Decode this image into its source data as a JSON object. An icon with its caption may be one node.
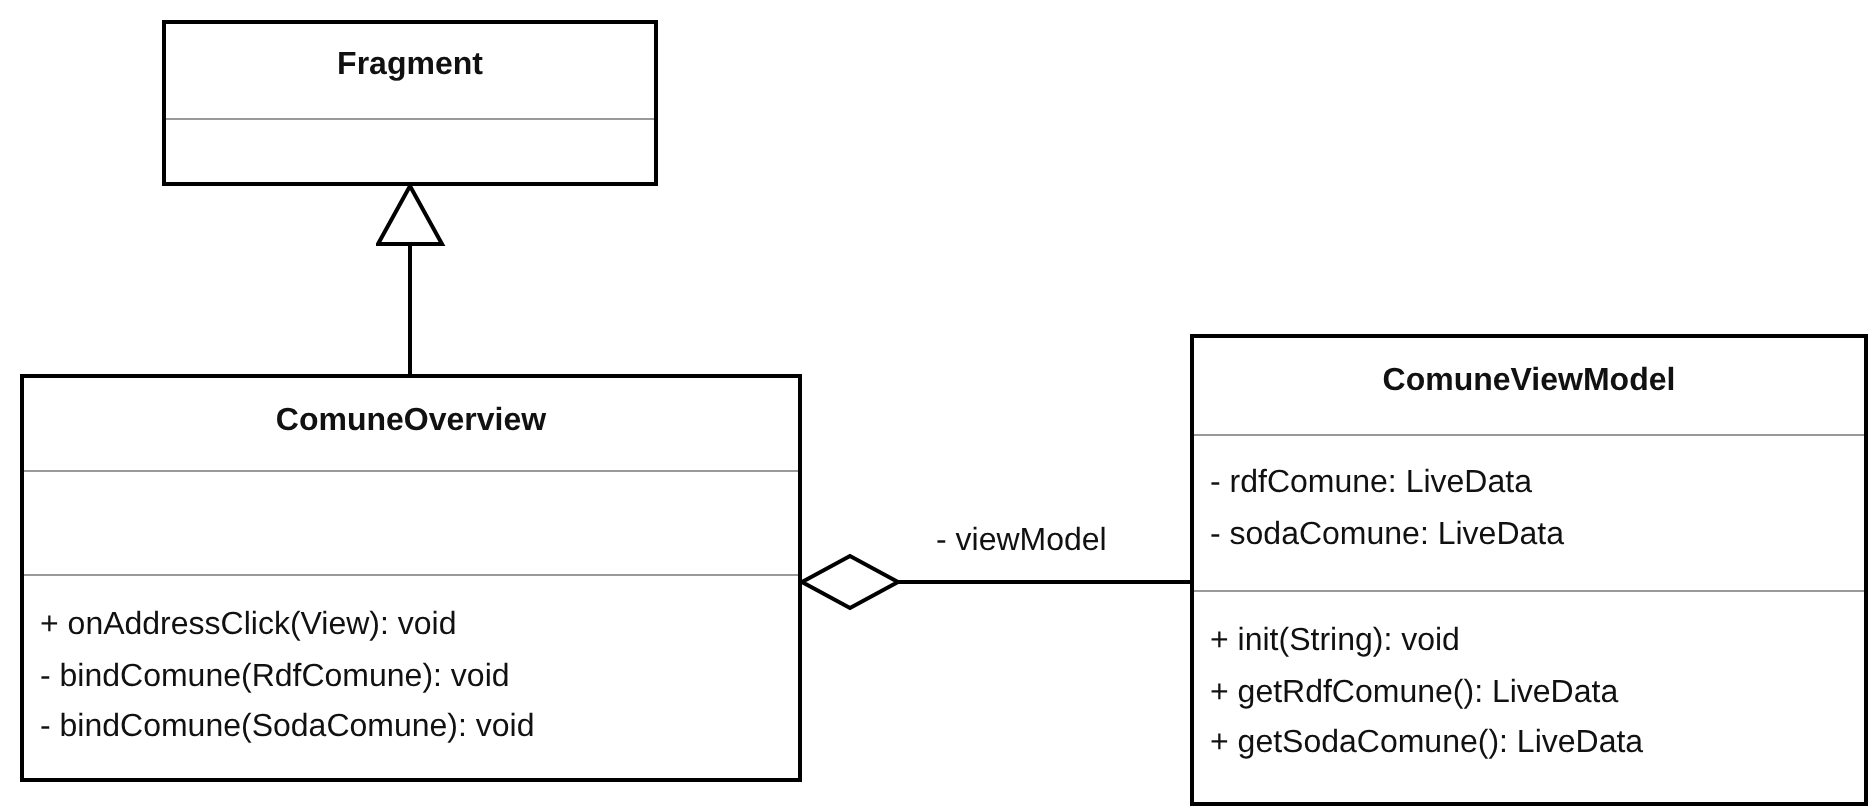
{
  "diagram": {
    "nodes": [
      {
        "text": [
          "Fragment"
        ]
      },
      {
        "text": [
          "ComuneOverview",
          "+ onAddressClick(View): void",
          "- bindComune(RdfComune): void",
          "- bindComune(SodaComune): void"
        ]
      },
      {
        "text": [
          "ComuneViewModel",
          "- rdfComune: LiveData",
          "- sodaComune: LiveData",
          "+ init(String): void",
          "+ getRdfComune(): LiveData",
          "+ getSodaComune(): LiveData"
        ]
      }
    ],
    "edges": [
      {
        "from": 1,
        "to": 0,
        "arrow": "to"
      },
      {
        "from": 1,
        "to": 2,
        "arrow": "other",
        "label": "- viewModel"
      }
    ]
  }
}
